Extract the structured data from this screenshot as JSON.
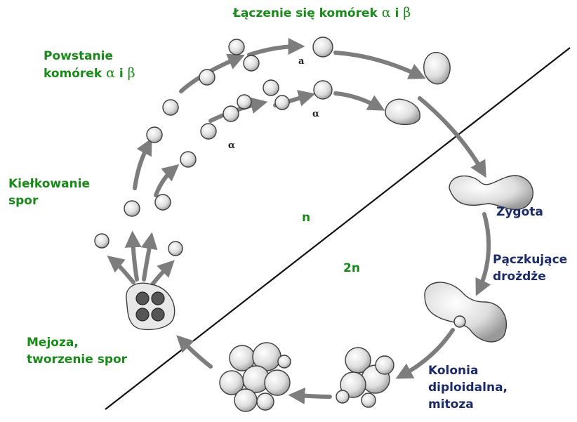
{
  "colors": {
    "green": "#178a17",
    "navy": "#1b2a6b",
    "arrow": "#7d7d7d",
    "cell_fill": "#f2f2f2",
    "cell_stroke": "#3c3c3c",
    "line": "#111111"
  },
  "labels": {
    "fusion_prefix": "Łączenie się komórek",
    "alpha": "α",
    "and": "i",
    "beta": "β",
    "formation_line1": "Powstanie",
    "formation_line2": "komórek",
    "germination_line1": "Kiełkowanie",
    "germination_line2": "spor",
    "zygote": "Zygota",
    "budding_line1": "Pączkujące",
    "budding_line2": "drożdże",
    "colony_line1": "Kolonia",
    "colony_line2": "diploidalna,",
    "colony_line3": "mitoza",
    "meiosis_line1": "Mejoza,",
    "meiosis_line2": "tworzenie spor",
    "haploid": "n",
    "diploid": "2n",
    "cell_tag_a": "a",
    "cell_tag_alpha_inner": "α",
    "cell_tag_alpha_lower": "α"
  },
  "icons": {
    "arrow": "curved-arrow-icon",
    "cell": "yeast-cell-icon"
  }
}
